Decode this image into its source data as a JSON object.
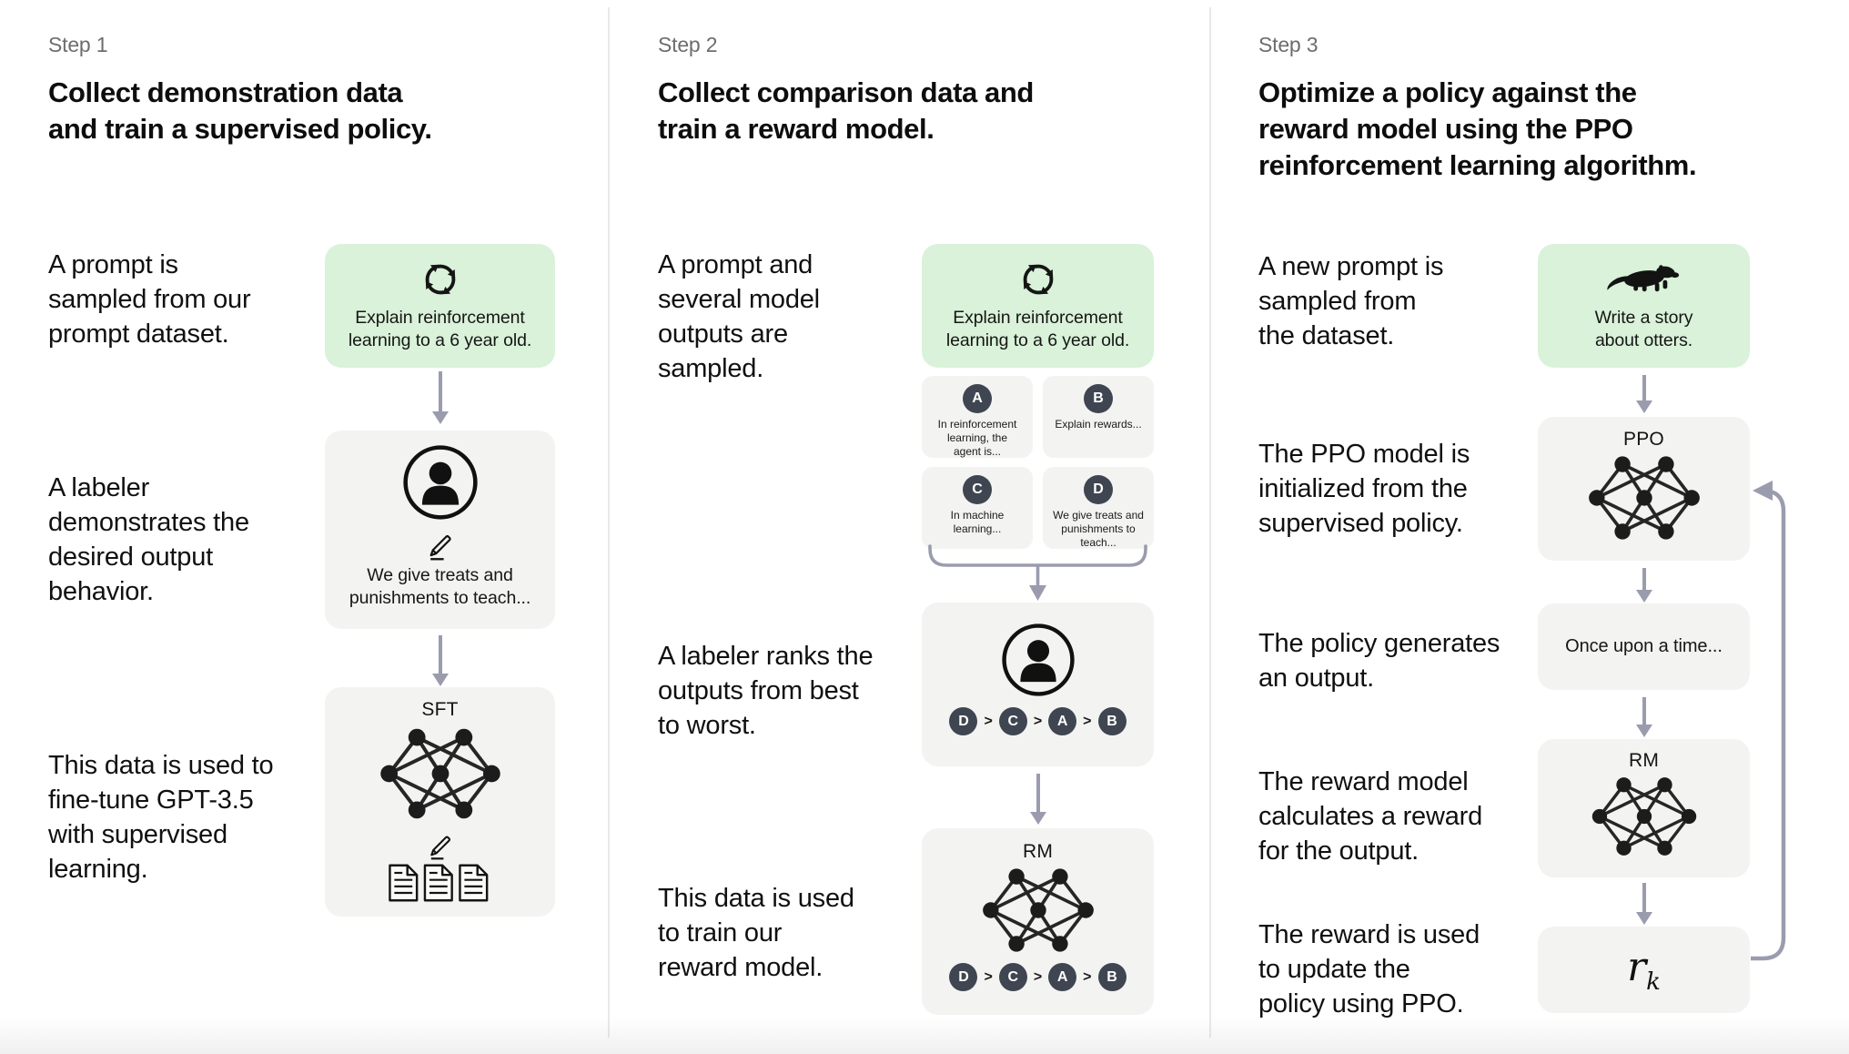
{
  "palette": {
    "accent_green": "#d9f2d9",
    "box_gray": "#f3f3f1",
    "arrow_gray": "#9a9cae",
    "badge_slate": "#3f4551"
  },
  "step1": {
    "label": "Step 1",
    "title": "Collect demonstration data\nand train a supervised policy.",
    "captions": {
      "prompt": "A prompt is\nsampled from our\nprompt dataset.",
      "labeler": "A labeler\ndemonstrates the\ndesired output\nbehavior.",
      "finetune": "This data is used to\nfine-tune GPT-3.5\nwith supervised\nlearning."
    },
    "prompt_box": {
      "icon": "cycle-icon",
      "text": "Explain reinforcement\nlearning to a 6 year old."
    },
    "demo_box": {
      "icons": [
        "person-icon",
        "pencil-icon"
      ],
      "text": "We give treats and\npunishments to teach..."
    },
    "model_box": {
      "label": "SFT",
      "icons": [
        "neural-network-icon",
        "pencil-icon",
        "documents-icon"
      ]
    }
  },
  "step2": {
    "label": "Step 2",
    "title": "Collect comparison data and\ntrain a reward model.",
    "captions": {
      "sampled": "A prompt and\nseveral model\noutputs are\nsampled.",
      "ranks": "A labeler ranks the\noutputs from best\nto worst.",
      "train": "This data is used\nto train our\nreward model."
    },
    "prompt_box": {
      "icon": "cycle-icon",
      "text": "Explain reinforcement\nlearning to a 6 year old."
    },
    "outputs": [
      {
        "badge": "A",
        "text": "In reinforcement\nlearning, the\nagent is..."
      },
      {
        "badge": "B",
        "text": "Explain rewards..."
      },
      {
        "badge": "C",
        "text": "In machine\nlearning..."
      },
      {
        "badge": "D",
        "text": "We give treats and\npunishments to\nteach..."
      }
    ],
    "rank_box": {
      "icon": "person-icon",
      "separator": ">",
      "ranking": [
        "D",
        "C",
        "A",
        "B"
      ]
    },
    "model_box": {
      "label": "RM",
      "icon": "neural-network-icon",
      "separator": ">",
      "ranking": [
        "D",
        "C",
        "A",
        "B"
      ]
    }
  },
  "step3": {
    "label": "Step 3",
    "title": "Optimize a policy against the\nreward model using the PPO\nreinforcement learning algorithm.",
    "captions": {
      "new_prompt": "A new prompt is\nsampled from\nthe dataset.",
      "init": "The PPO model is\ninitialized from the\nsupervised policy.",
      "output": "The policy generates\nan output.",
      "reward": "The reward model\ncalculates a reward\nfor the output.",
      "update": "The reward is used\nto update the\npolicy using PPO."
    },
    "prompt_box": {
      "icon": "otter-icon",
      "text": "Write a story\nabout otters."
    },
    "ppo_box": {
      "label": "PPO",
      "icon": "neural-network-icon"
    },
    "output_box": {
      "text": "Once upon a time..."
    },
    "rm_box": {
      "label": "RM",
      "icon": "neural-network-icon"
    },
    "reward_box": {
      "base": "r",
      "sub": "k"
    }
  }
}
